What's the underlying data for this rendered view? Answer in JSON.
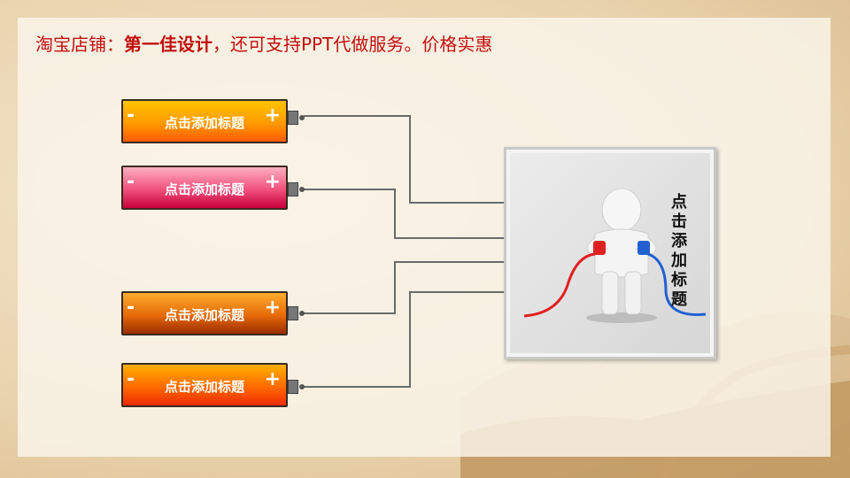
{
  "header": {
    "prefix": "淘宝店铺：",
    "brand": "第一佳设计",
    "suffix": "，还可支持PPT代做服务。价格实惠"
  },
  "batteries": [
    {
      "minus": "-",
      "label": "点击添加标题",
      "plus": "+"
    },
    {
      "minus": "-",
      "label": "点击添加标题",
      "plus": "+"
    },
    {
      "minus": "-",
      "label": "点击添加标题",
      "plus": "+"
    },
    {
      "minus": "-",
      "label": "点击添加标题",
      "plus": "+"
    }
  ],
  "panel": {
    "vertical_title": "点击添加标题"
  },
  "colors": {
    "header_text": "#c01010",
    "connector": "#6a6a6a",
    "wire_red": "#e02020",
    "wire_blue": "#2060d0"
  }
}
